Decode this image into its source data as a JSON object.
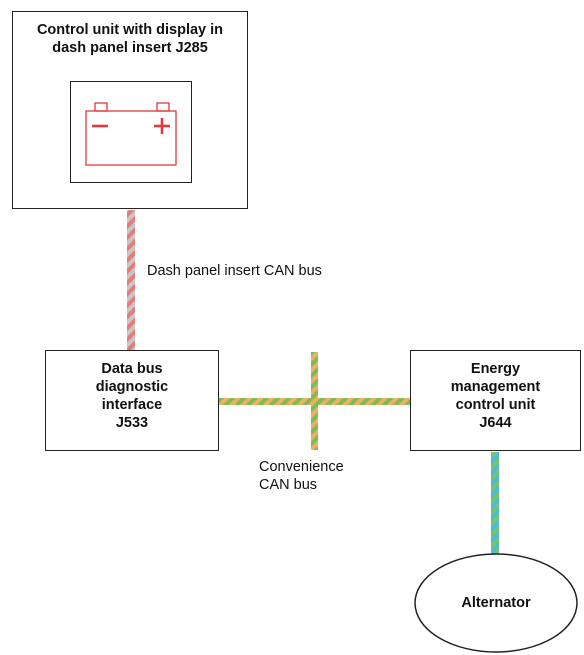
{
  "components": {
    "dash_panel_unit": "Control unit with display in\ndash panel insert J285",
    "gateway": "Data bus\ndiagnostic\ninterface\nJ533",
    "energy_unit": "Energy\nmanagement\ncontrol unit\nJ644",
    "alternator": "Alternator"
  },
  "buses": {
    "dash_panel_can": "Dash panel insert CAN bus",
    "convenience_can": "Convenience\nCAN bus"
  },
  "colors": {
    "dash_bus_stripe_a": "#e87a7a",
    "dash_bus_stripe_b": "#c7c7c7",
    "convenience_stripe_a": "#f0b064",
    "convenience_stripe_b": "#7dbb57",
    "alternator_stripe_a": "#4db8e0",
    "alternator_stripe_b": "#76c46a",
    "battery_icon": "#e03a3a"
  }
}
